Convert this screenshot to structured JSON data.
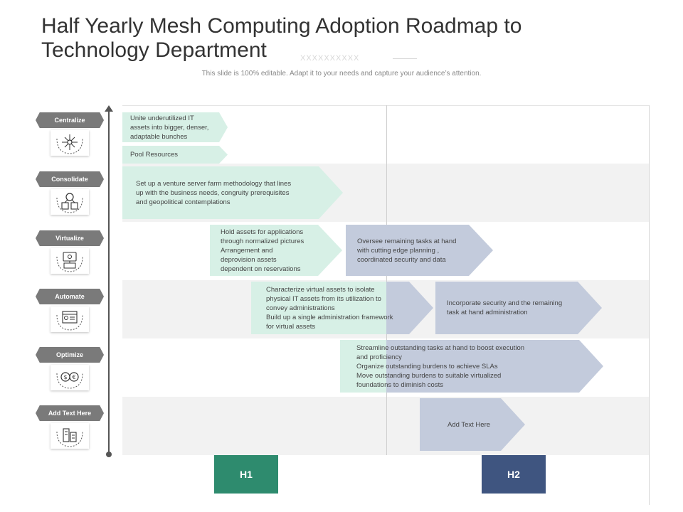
{
  "header": {
    "title": "Half Yearly Mesh Computing Adoption Roadmap to Technology  Department",
    "placeholder_mark": "XXXXXXXXXX",
    "subtitle": "This slide is 100% editable. Adapt it to your needs and capture your audience’s attention."
  },
  "categories": [
    {
      "label": "Centralize",
      "icon": "hub-network-icon"
    },
    {
      "label": "Consolidate",
      "icon": "server-cluster-icon"
    },
    {
      "label": "Virtualize",
      "icon": "virtual-machine-icon"
    },
    {
      "label": "Automate",
      "icon": "automation-dashboard-icon"
    },
    {
      "label": "Optimize",
      "icon": "optimize-coins-icon"
    },
    {
      "label": "Add Text Here",
      "icon": "buildings-icon"
    }
  ],
  "tasks": [
    {
      "text": "Unite underutilized IT\nassets into bigger, denser,\nadaptable bunches"
    },
    {
      "text": "Pool Resources"
    },
    {
      "text": "Set up a venture server farm methodology that lines\nup with the business needs, congruity prerequisites\nand geopolitical contemplations"
    },
    {
      "text": "Hold assets for applications\nthrough normalized pictures\nArrangement and\ndeprovision assets\ndependent on reservations"
    },
    {
      "text": "Oversee remaining tasks at hand\nwith cutting edge planning ,\ncoordinated security and data"
    },
    {
      "text": "Characterize virtual assets to isolate\nphysical IT  assets from its utilization to\nconvey administrations\nBuild up a single administration framework\n for virtual assets"
    },
    {
      "text": "Incorporate security and the remaining\ntask at hand administration"
    },
    {
      "text": "Streamline outstanding tasks at hand to boost execution\nand proficiency\nOrganize outstanding burdens to achieve SLAs\nMove outstanding burdens to suitable virtualized\nfoundations to diminish costs"
    },
    {
      "text": "Add Text Here"
    }
  ],
  "halves": [
    {
      "label": "H1",
      "color": "#2e8b6e"
    },
    {
      "label": "H2",
      "color": "#3f5580"
    }
  ],
  "colors": {
    "green_task": "#d7f0e6",
    "blue_task": "#c3cbdc",
    "category_tag": "#7a7a7a"
  }
}
